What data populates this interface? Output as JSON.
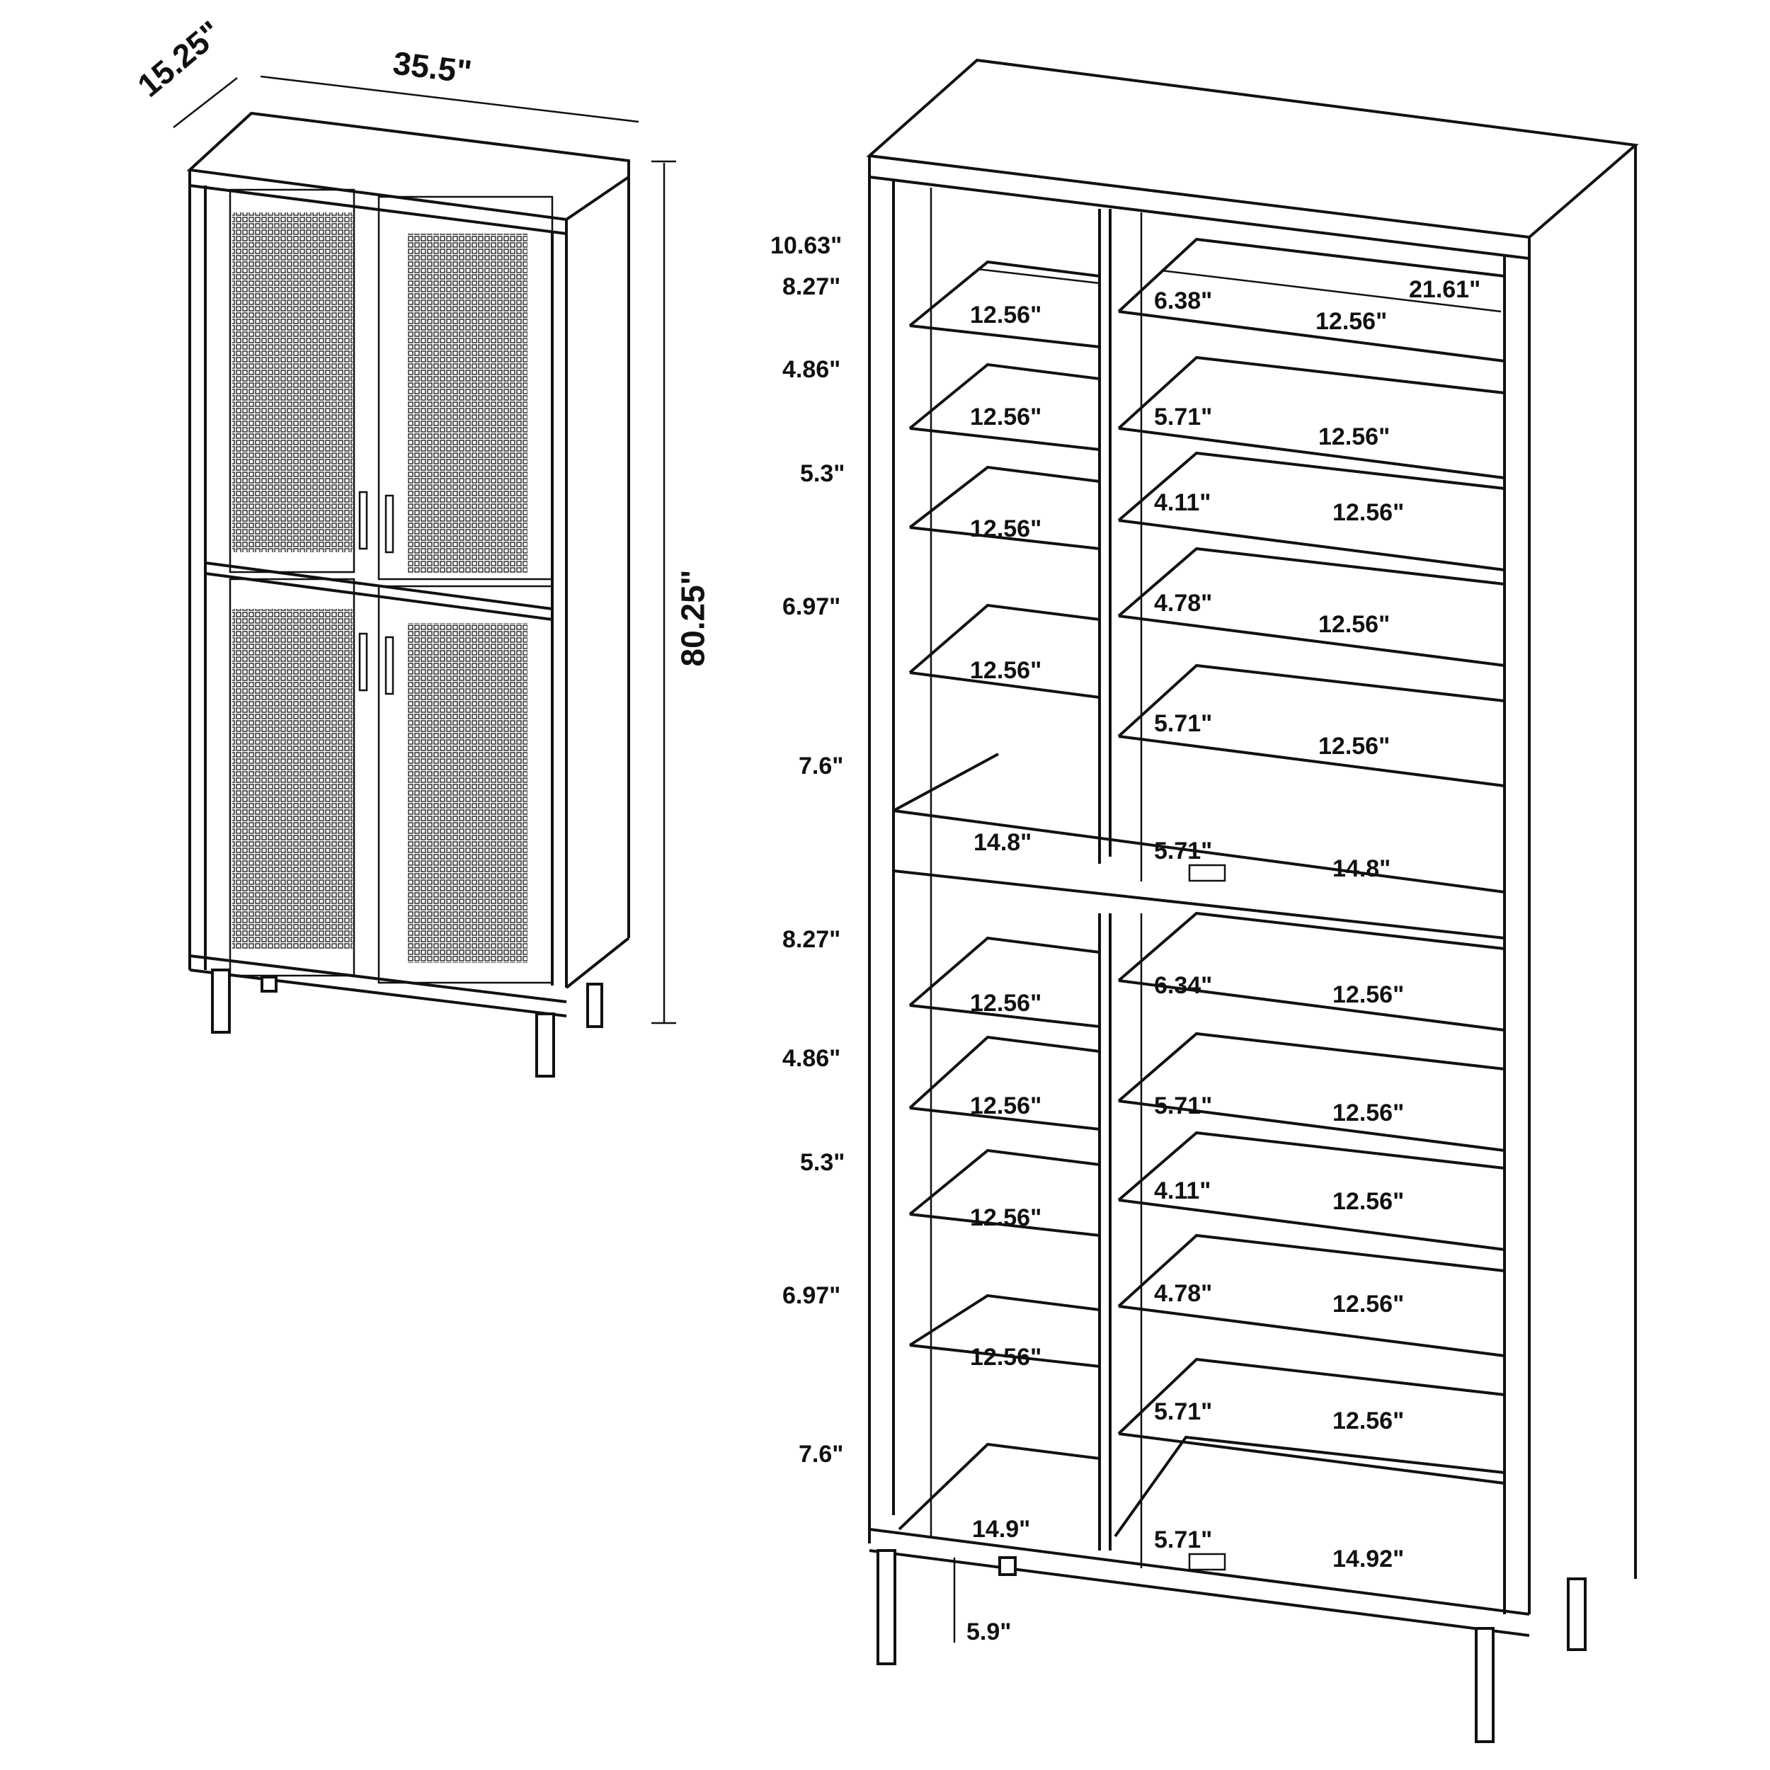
{
  "overall": {
    "depth": "15.25\"",
    "width": "35.5\"",
    "height": "80.25\""
  },
  "left_labels": {
    "upper": [
      "10.63\"",
      "8.27\"",
      "4.86\"",
      "5.3\"",
      "6.97\"",
      "7.6\""
    ],
    "lower": [
      "8.27\"",
      "4.86\"",
      "5.3\"",
      "6.97\"",
      "7.6\""
    ]
  },
  "left_column_shelves": {
    "upper": [
      "12.56\"",
      "12.56\"",
      "12.56\"",
      "12.56\"",
      "14.8\""
    ],
    "lower": [
      "12.56\"",
      "12.56\"",
      "12.56\"",
      "12.56\"",
      "14.9\""
    ]
  },
  "right_column": {
    "width": "21.61\"",
    "upper_heights": [
      "6.38\"",
      "5.71\"",
      "4.11\"",
      "4.78\"",
      "5.71\"",
      "5.71\""
    ],
    "upper_depths": [
      "12.56\"",
      "12.56\"",
      "12.56\"",
      "12.56\"",
      "12.56\"",
      "14.8\""
    ],
    "lower_heights": [
      "6.34\"",
      "5.71\"",
      "4.11\"",
      "4.78\"",
      "5.71\"",
      "5.71\""
    ],
    "lower_depths": [
      "12.56\"",
      "12.56\"",
      "12.56\"",
      "12.56\"",
      "12.56\"",
      "14.92\""
    ]
  },
  "leg_height": "5.9\""
}
